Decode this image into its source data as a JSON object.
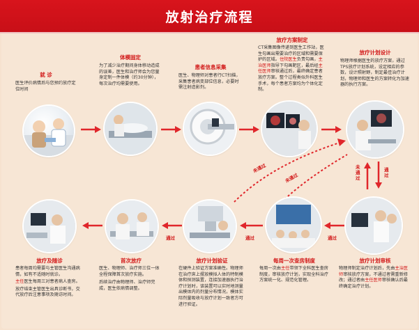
{
  "header": {
    "title": "放射治疗流程"
  },
  "steps": {
    "consult": {
      "title": "就 诊",
      "desc": "医生评价病情后与您预约放疗定位时间"
    },
    "positioning": {
      "title": "体模固定",
      "desc": "为了减少治疗期间身体移动造成的误差，医生和治疗师会为您量身定制一件体模（约30分钟），每次治疗均需要使用。"
    },
    "ct_scan": {
      "title": "患者信息采集",
      "desc": "医生、物理师对患者行CT扫描，采集患者病变部位信息，必要时需注射造影剂。"
    },
    "plan_design": {
      "title": "放疗方案制定",
      "desc_a": "CT采集图像传递到医生工作站，医生勾画出需要治疗的区域和需要保护的区域。",
      "desc_red1": "住院医生",
      "desc_b": "负责勾画，",
      "desc_red2": "主治医师",
      "desc_c": "指导下勾画靶区，最后经",
      "desc_red3": "主任医师",
      "desc_d": "审核通过后，最终确定患者放疗方案。整个过程类似外科医生手术，每个患者方案均为个体化定制。"
    },
    "plan_calc": {
      "title": "放疗计划设计",
      "desc": "物理师根据医生的放疗方案，通过TPS放疗计划系统，设定相应的参数，设计照射野，制定最佳治疗计划，物理师和医生的方案转化为加速器的执行方案。"
    },
    "plan_review": {
      "title": "放疗计划审核",
      "desc_a": "物理师制定治疗计划后，先由",
      "desc_red1": "主治医师",
      "desc_b": "审核放疗方案，不通过者需重新修改；通过者由",
      "desc_red2": "主任医师",
      "desc_c": "审核确认后最终确定治疗计划。"
    },
    "weekly_round": {
      "title": "每周一次查房制度",
      "desc_a": "每周一次由",
      "desc_red": "主任",
      "desc_b": "带领下全科医生查房制度，审核放疗计划，实现全科治疗方案统一化、规范化管理。"
    },
    "verification": {
      "title": "放疗计划验证",
      "desc": "在硬件上验证方案准确性。物理师在治疗床上摆放模拟人体的特制模体和探测装置，连接加速器执行治疗计划时，该装置可以实时地测量出模体内的剂量分布情况，模体实际剂量吸收与放疗计划一致者方可进行验证。"
    },
    "first_treatment": {
      "title": "首次放疗",
      "desc_a": "医生、物理师、治疗师三位一体全程保障首次放疗实施。",
      "desc_b": "后续治疗由物理师、治疗师完成，医生依病情调整。"
    },
    "follow_up": {
      "title": "放疗及随诊",
      "desc_a": "患者每周均需要与主管医生沟通病情，如有不适随时就诊。",
      "desc_red": "主任",
      "desc_b": "医生每周三对患者病人查房。",
      "desc_c": "放疗结束主管医生出具诊断书，交代放疗后注意事项及随访时间。"
    }
  },
  "labels": {
    "pass_bottom1": "通过",
    "pass_bottom2": "通过",
    "pass_bottom3": "通过",
    "pass_diag": "未通过",
    "pass_side": "通过",
    "fail_side": "未通过"
  },
  "colors": {
    "accent": "#d21a1a",
    "arrow": "#e0262b"
  }
}
